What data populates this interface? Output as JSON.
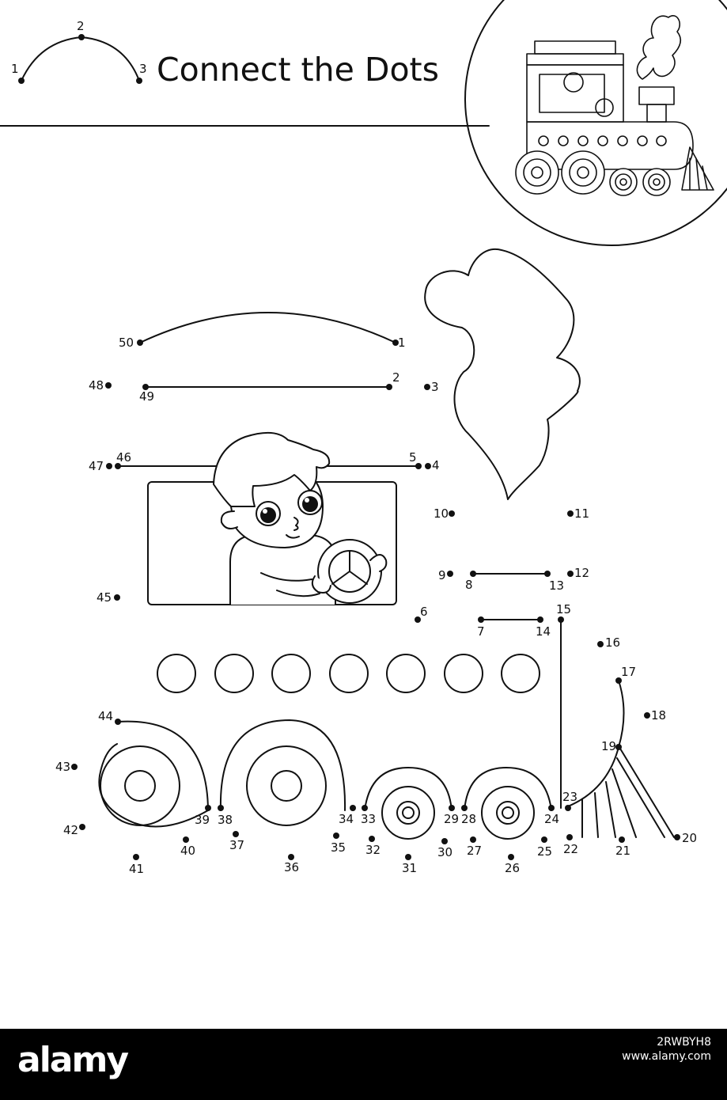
{
  "worksheet": {
    "title": "Connect the Dots",
    "example_labels": [
      "1",
      "2",
      "3"
    ]
  },
  "dots": [
    {
      "n": "1"
    },
    {
      "n": "2"
    },
    {
      "n": "3"
    },
    {
      "n": "4"
    },
    {
      "n": "5"
    },
    {
      "n": "6"
    },
    {
      "n": "7"
    },
    {
      "n": "8"
    },
    {
      "n": "9"
    },
    {
      "n": "10"
    },
    {
      "n": "11"
    },
    {
      "n": "12"
    },
    {
      "n": "13"
    },
    {
      "n": "14"
    },
    {
      "n": "15"
    },
    {
      "n": "16"
    },
    {
      "n": "17"
    },
    {
      "n": "18"
    },
    {
      "n": "19"
    },
    {
      "n": "20"
    },
    {
      "n": "21"
    },
    {
      "n": "22"
    },
    {
      "n": "23"
    },
    {
      "n": "24"
    },
    {
      "n": "25"
    },
    {
      "n": "26"
    },
    {
      "n": "27"
    },
    {
      "n": "28"
    },
    {
      "n": "29"
    },
    {
      "n": "30"
    },
    {
      "n": "31"
    },
    {
      "n": "32"
    },
    {
      "n": "33"
    },
    {
      "n": "34"
    },
    {
      "n": "35"
    },
    {
      "n": "36"
    },
    {
      "n": "37"
    },
    {
      "n": "38"
    },
    {
      "n": "39"
    },
    {
      "n": "40"
    },
    {
      "n": "41"
    },
    {
      "n": "42"
    },
    {
      "n": "43"
    },
    {
      "n": "44"
    },
    {
      "n": "45"
    },
    {
      "n": "46"
    },
    {
      "n": "47"
    },
    {
      "n": "48"
    },
    {
      "n": "49"
    },
    {
      "n": "50"
    }
  ],
  "footer": {
    "brand": "alamy",
    "image_id": "2RWBYH8",
    "url": "www.alamy.com"
  },
  "colors": {
    "ink": "#111111",
    "paper": "#ffffff",
    "banner": "#000000"
  }
}
